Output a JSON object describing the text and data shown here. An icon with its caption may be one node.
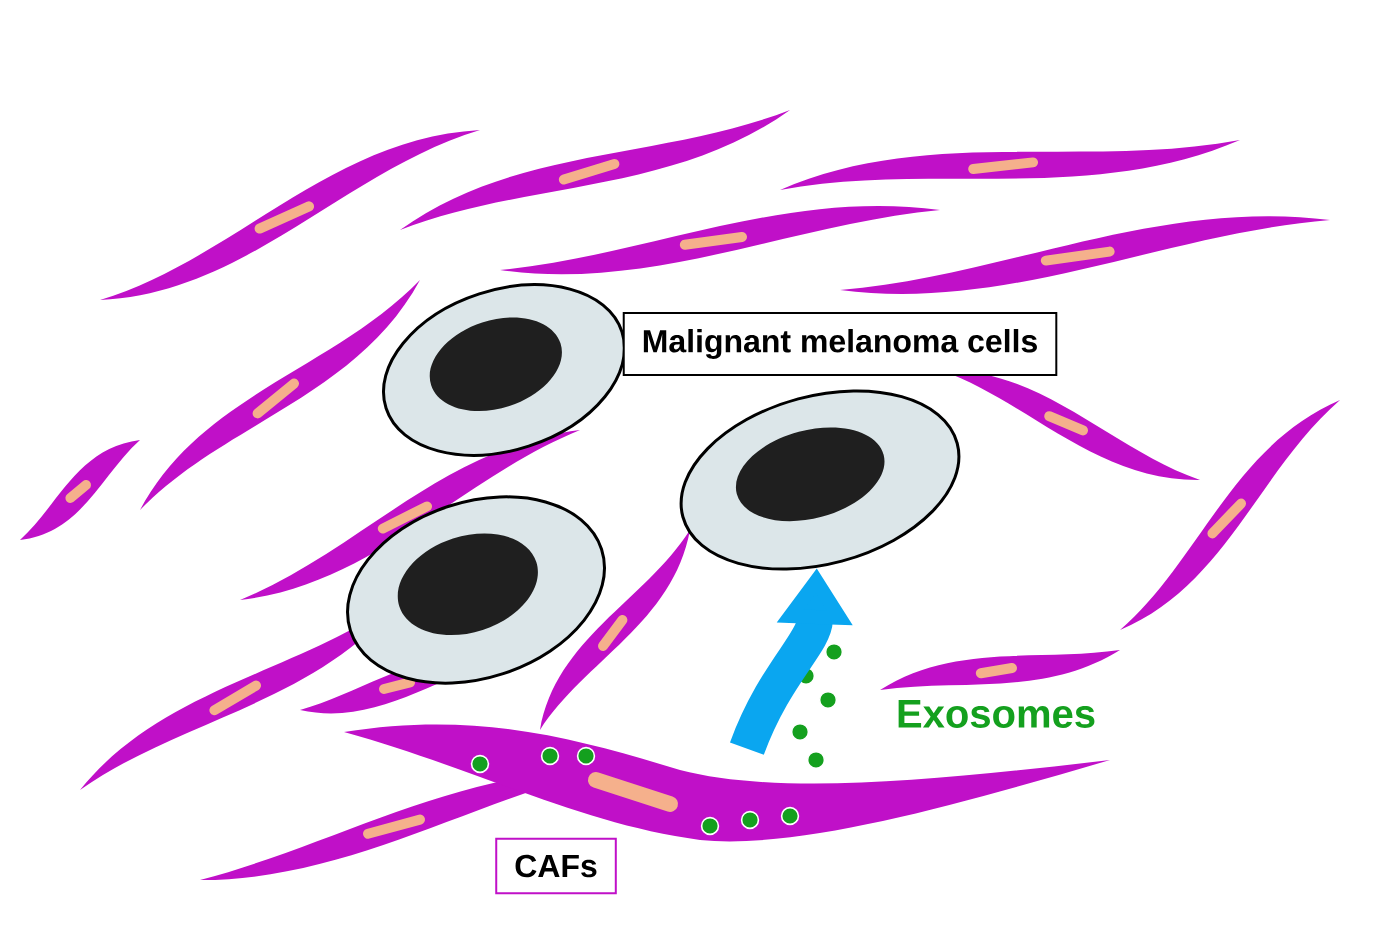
{
  "diagram": {
    "nodes": [
      {
        "text": [
          "Malignant melanoma cells"
        ]
      },
      {
        "text": [
          "CAFs"
        ]
      },
      {
        "text": [],
        "shape": "picture"
      },
      {
        "text": [],
        "shape": "picture"
      }
    ],
    "edges": [
      {
        "from": 2,
        "to": 3,
        "arrow": "to",
        "color": "#0aa6f0"
      }
    ],
    "labels": [
      "Exosomes"
    ]
  }
}
